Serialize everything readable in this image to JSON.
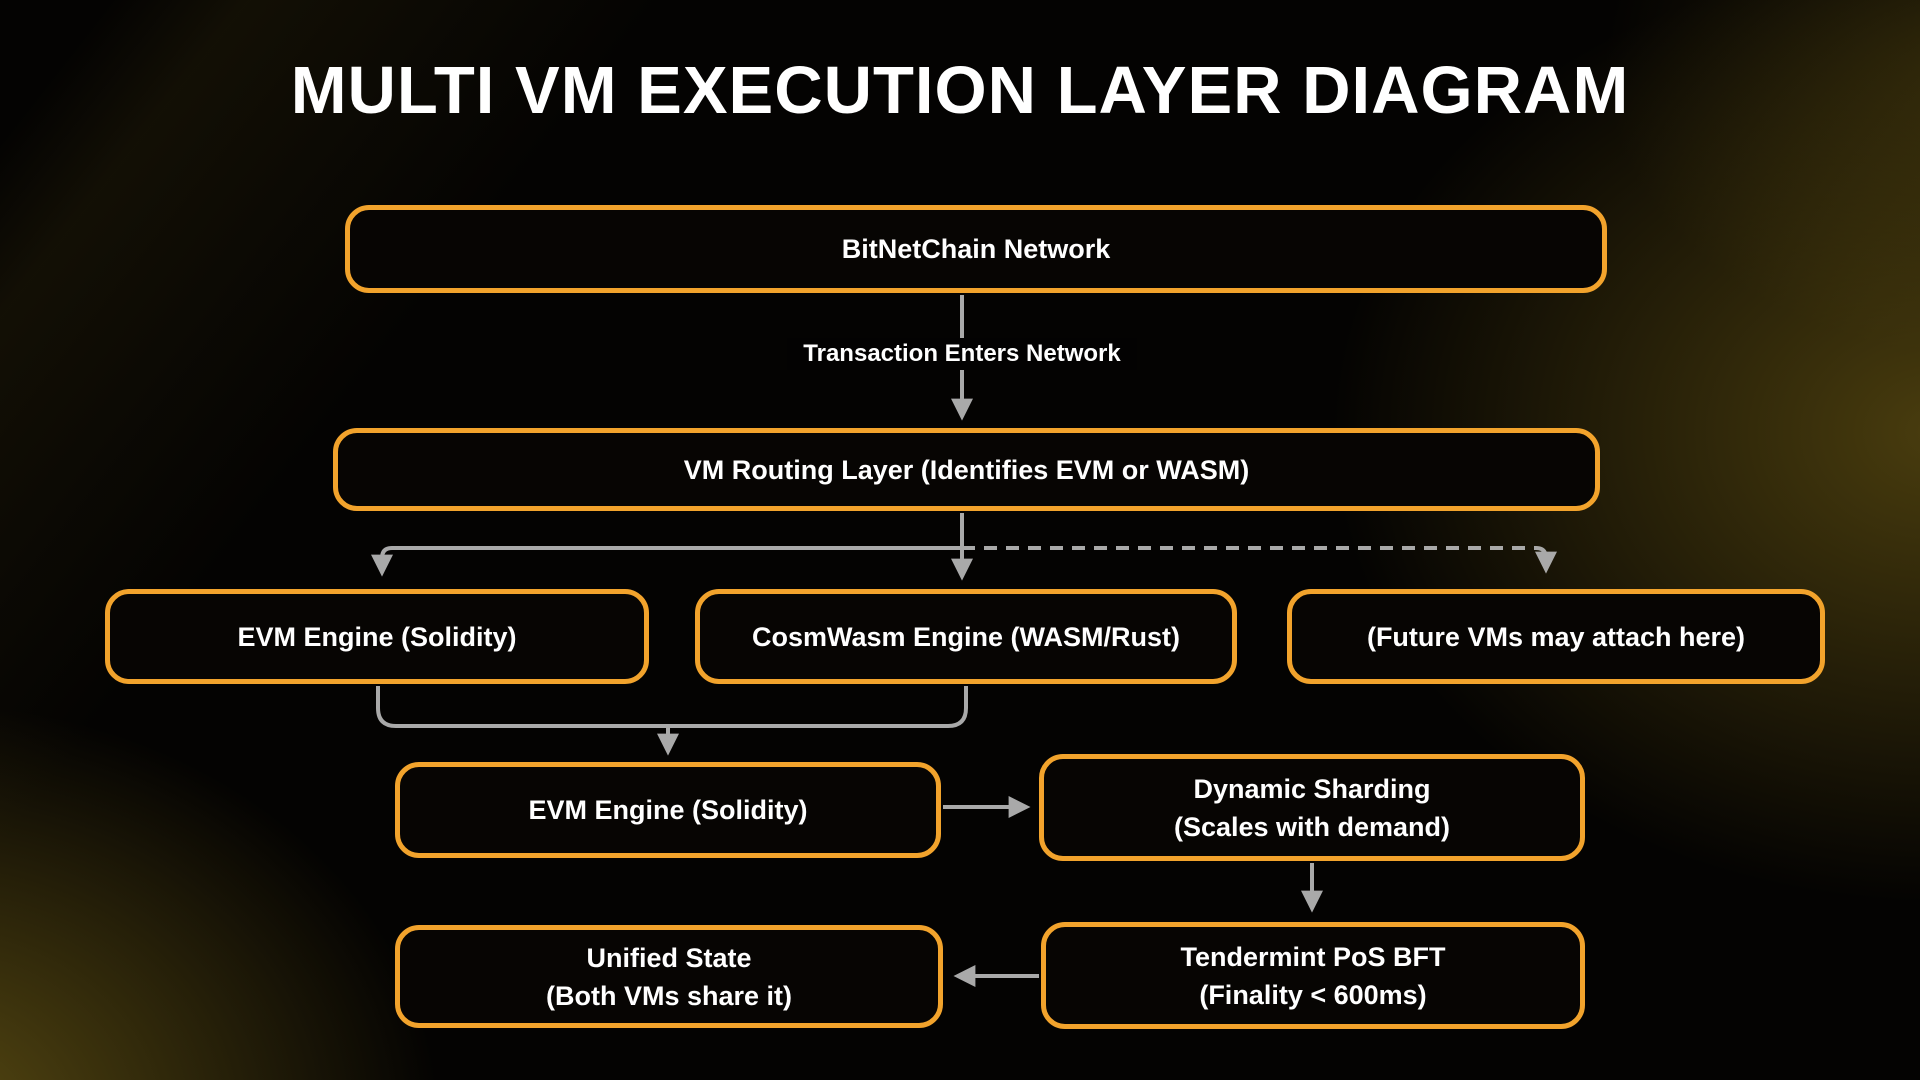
{
  "title": "MULTI VM EXECUTION LAYER DIAGRAM",
  "edge_labels": {
    "transaction": "Transaction Enters Network"
  },
  "nodes": {
    "network": {
      "label": "BitNetChain Network"
    },
    "routing": {
      "label": "VM Routing Layer (Identifies EVM or WASM)"
    },
    "evm": {
      "label": "EVM Engine (Solidity)"
    },
    "wasm": {
      "label": "CosmWasm Engine (WASM/Rust)"
    },
    "future": {
      "label": "(Future VMs may attach here)"
    },
    "evm2": {
      "label": "EVM Engine (Solidity)"
    },
    "sharding": {
      "label": "Dynamic Sharding",
      "label2": "(Scales with demand)"
    },
    "state": {
      "label": "Unified State",
      "label2": "(Both VMs share it)"
    },
    "consensus": {
      "label": "Tendermint PoS BFT",
      "label2": "(Finality < 600ms)"
    }
  },
  "colors": {
    "accent_orange": "#F2A32C",
    "connector_gray": "#A9A9A9",
    "text": "#FFFFFF",
    "background": "#040302"
  }
}
